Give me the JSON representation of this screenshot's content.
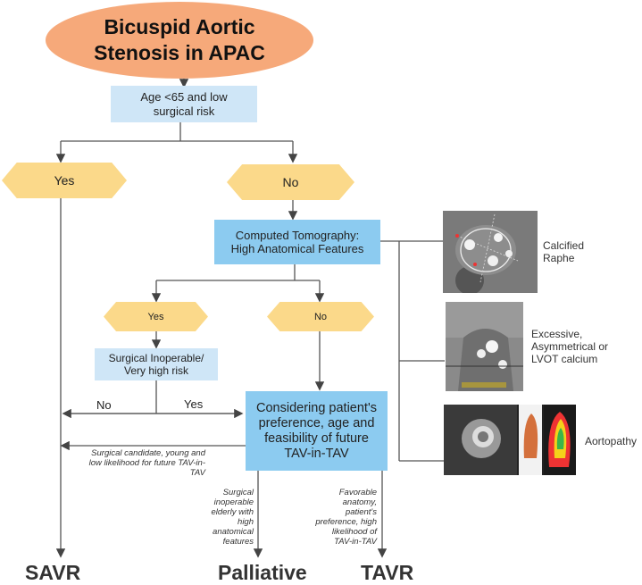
{
  "title": "Bicuspid Aortic Stenosis in APAC",
  "nodes": {
    "q1": "Age <65 and low surgical risk",
    "yes1": "Yes",
    "no1": "No",
    "ct": "Computed Tomography: High Anatomical Features",
    "yes2": "Yes",
    "no2": "No",
    "inop": "Surgical Inoperable/ Very high risk",
    "consider": "Considering patient's preference, age and feasibility of future TAV-in-TAV"
  },
  "edge_labels": {
    "inop_no": "No",
    "inop_yes": "Yes",
    "to_savr": "Surgical candidate, young and low likelihood for future TAV-in-TAV",
    "to_palliative": "Surgical inoperable elderly with high anatomical features",
    "to_tavr": "Favorable anatomy, patient's preference, high likelihood of TAV-in-TAV"
  },
  "outcomes": {
    "savr": "SAVR",
    "palliative": "Palliative",
    "tavr": "TAVR"
  },
  "features": [
    {
      "label": "Calcified Raphe"
    },
    {
      "label": "Excessive, Asymmetrical or LVOT calcium"
    },
    {
      "label": "Aortopathy"
    }
  ],
  "colors": {
    "title": "#f6a97a",
    "question": "#cfe6f7",
    "decision_strong": "#8ccbf0",
    "hexagon": "#fbd98a",
    "line": "#555555"
  }
}
